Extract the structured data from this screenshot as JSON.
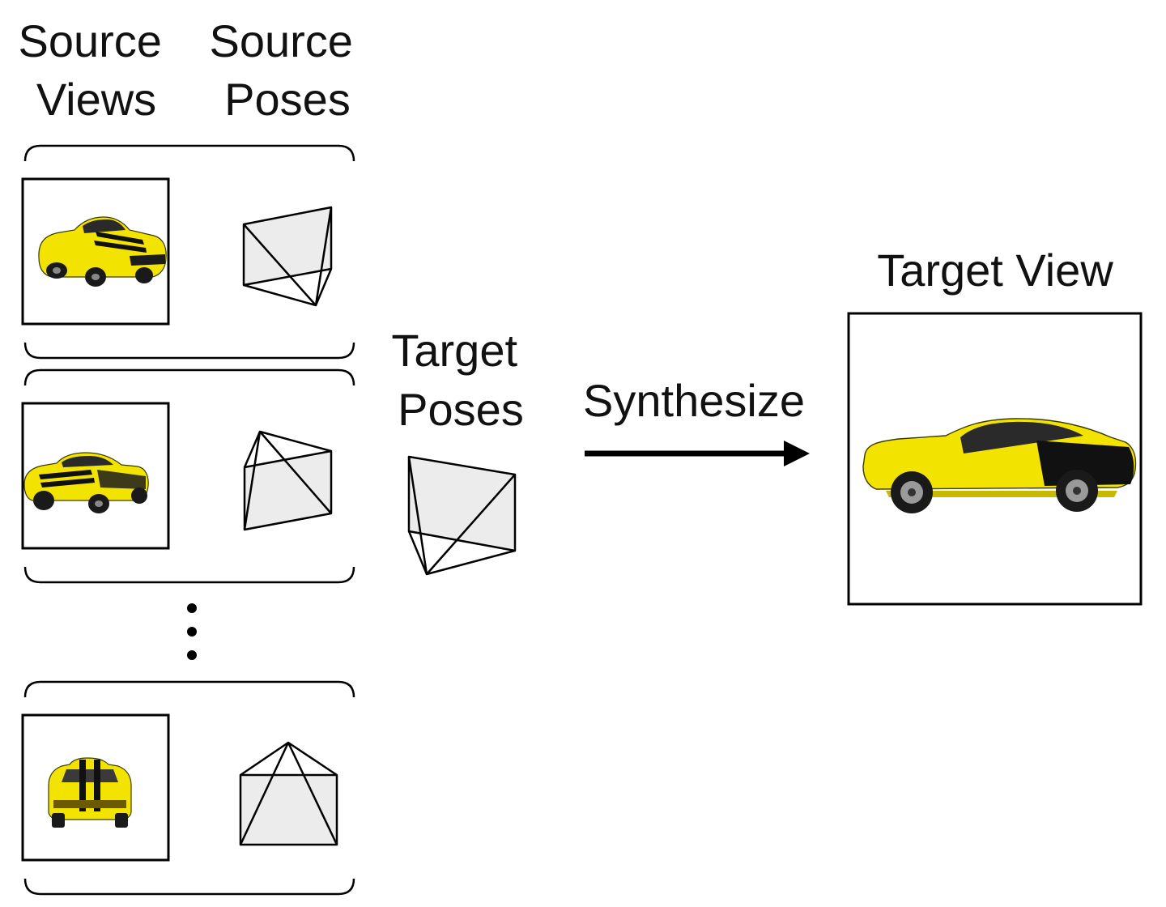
{
  "labels": {
    "source_views": [
      "Source",
      "Views"
    ],
    "source_poses": [
      "Source",
      "Poses"
    ],
    "target_poses": [
      "Target",
      "Poses"
    ],
    "synthesize": "Synthesize",
    "target_view": "Target View"
  },
  "source_rows": [
    {
      "view": "yellow muscle car, front three-quarter view",
      "pose": "camera-frustum"
    },
    {
      "view": "yellow muscle car, rear three-quarter view",
      "pose": "camera-frustum"
    },
    {
      "view": "yellow muscle car, rear view",
      "pose": "camera-frustum"
    }
  ],
  "target": {
    "view": "yellow muscle car, side view",
    "pose": "camera-frustum"
  },
  "colors": {
    "car_body": "#f2e400",
    "car_stripe": "#111111",
    "frustum_fill": "#ececec",
    "line": "#000000"
  }
}
